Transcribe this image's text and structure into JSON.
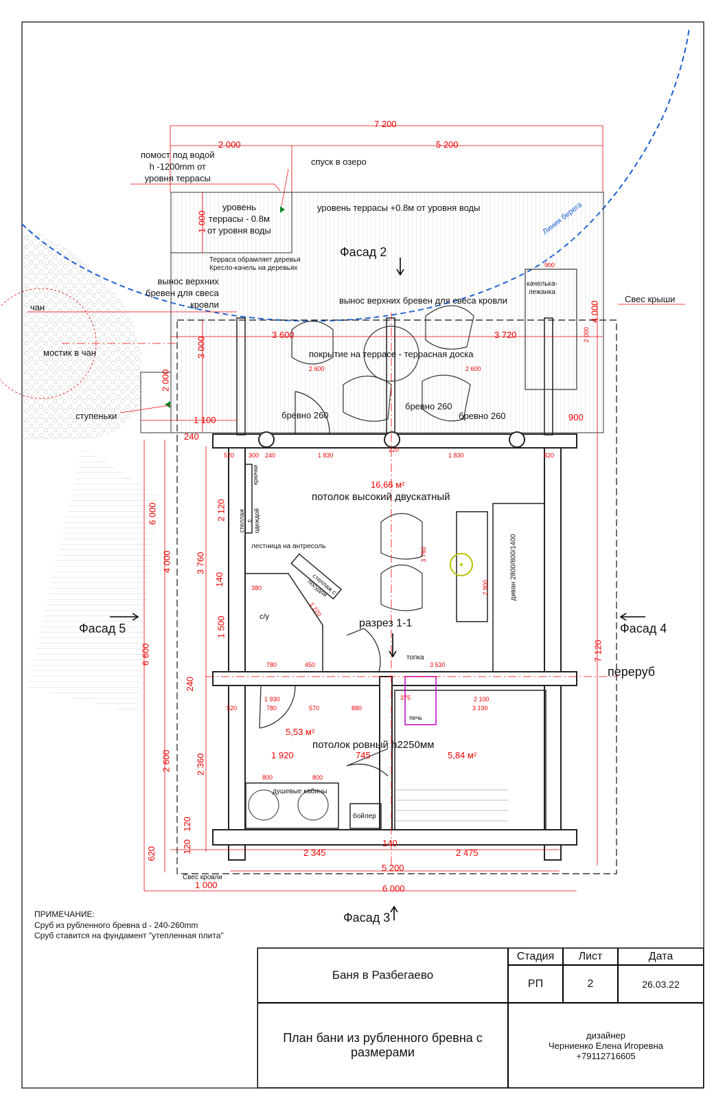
{
  "project": "Баня в Разбегаево",
  "sheet_title": "План бани из рубленного бревна с размерами",
  "titleblock": {
    "stage_label": "Стадия",
    "sheet_label": "Лист",
    "date_label": "Дата",
    "stage": "РП",
    "sheet": "2",
    "date": "26.03.22",
    "designer_role": "дизайнер",
    "designer_name": "Черниенко Елена Игоревна",
    "designer_phone": "+79112716605"
  },
  "note": {
    "title": "ПРИМЕЧАНИЕ:",
    "lines": [
      "Сруб из рубленного бревна d - 240-260mm",
      "Сруб ставится на фундамент \"утепленная плита\""
    ]
  },
  "labels": {
    "platform": [
      "помост под водой",
      "h -1200mm от",
      "уровня террасы"
    ],
    "descent": "спуск в озеро",
    "terrace_low": [
      "уровень",
      "террасы - 0.8м",
      "от уровня воды"
    ],
    "terrace_level": "уровень террасы +0.8м от уровня воды",
    "trees": [
      "Терраса обрамляет деревья",
      "Кресло-качель на деревьях"
    ],
    "facade2": "Фасад 2",
    "facade3": "Фасад 3",
    "facade4": "Фасад 4",
    "facade5": "Фасад 5",
    "shoreline": "Линия берега",
    "swing": [
      "качелька-",
      "лежанка"
    ],
    "roof_overhang": "Свес крыши",
    "roof_eave": "Свес кровли",
    "logs_left": [
      "вынос верхних",
      "бревен для свеса",
      "кровли"
    ],
    "logs_center": "вынос верхних бревен для свеса кровли",
    "chan": "чан",
    "bridge": "мостик в чан",
    "steps": "ступеньки",
    "decking": "покрытие на террасе - террасная доска",
    "log1": "бревно 260",
    "log2": "бревно 260",
    "log3": "бревно 260",
    "hooks": "крючки",
    "rack_clothes": [
      "стеллаж",
      "с",
      "одеждой"
    ],
    "stair": "лестница на антресоль",
    "rack_dishes": [
      "стеллаж с",
      "посудой"
    ],
    "wc": "с/у",
    "section": "разрез 1-1",
    "firebox": "топка",
    "notch": "переруб",
    "stove": "печь",
    "sofa": "диван 2800/800/1400",
    "ceiling_high": "потолок высокий двускатный",
    "ceiling_flat": "потолок ровный h2250мм",
    "area1": "16,66 м²",
    "area2": "5,53 м²",
    "area3": "5,84 м²",
    "showers": "душевые кабины",
    "boiler": "бойлер"
  },
  "dims": {
    "d7200": "7 200",
    "d2000a": "2 000",
    "d5200a": "5 200",
    "d1000a": "1 000",
    "d3000": "3 000",
    "d2000b": "2 000",
    "d3600": "3 600",
    "d3720": "3 720",
    "d4000a": "4 000",
    "d1100": "1 100",
    "d900": "900",
    "d900b": "900",
    "d240a": "240",
    "d6000a": "6 000",
    "d4000b": "4 000",
    "d6600": "6 600",
    "d2600": "2 600",
    "d620": "620",
    "d120a": "120",
    "d120b": "120",
    "d2120": "2 120",
    "d3760": "3 760",
    "d140a": "140",
    "d1500": "1 500",
    "d240b": "240",
    "d2360": "2 360",
    "d1920": "1 920",
    "d745": "745",
    "d2345": "2 345",
    "d2475": "2 475",
    "d140b": "140",
    "d5200b": "5 200",
    "d6000b": "6 000",
    "d1000b": "1 000",
    "d7120": "7 120",
    "d2600s1": "2 600",
    "d2600s2": "2 600",
    "d1830a": "1 830",
    "d1830b": "1 830",
    "d520a": "520",
    "d300": "300",
    "d240c": "240",
    "d220": "220",
    "d820": "820",
    "d780a": "780",
    "d450": "450",
    "d3530": "3 530",
    "d1930": "1 930",
    "d780b": "780",
    "d570": "570",
    "d880": "880",
    "d2100": "2 100",
    "d3190": "3 190",
    "d520b": "520",
    "d800a": "800",
    "d800b": "800",
    "d375": "375",
    "d1220": "1 220",
    "d2800": "2 800",
    "d2000c": "2 000",
    "d3760b": "3 760",
    "d380": "380"
  },
  "colors": {
    "dimension": "#e60000",
    "wall": "#222222",
    "shore": "#1a5fd4",
    "accent": "#00a000"
  }
}
